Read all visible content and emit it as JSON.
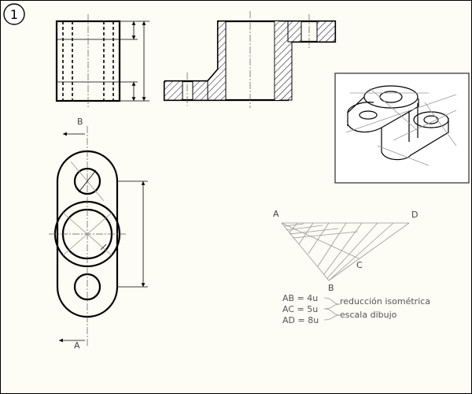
{
  "sheet": {
    "number": "1",
    "labels": {
      "section_top": "B",
      "section_bottom": "A",
      "point_a": "A",
      "point_b": "B",
      "point_c": "C",
      "point_d": "D"
    },
    "notes": {
      "ab": "AB = 4u",
      "ac": "AC = 5u",
      "ad": "AD = 8u",
      "reduccion": "reducción isométrica",
      "escala": "escala dibujo"
    }
  }
}
